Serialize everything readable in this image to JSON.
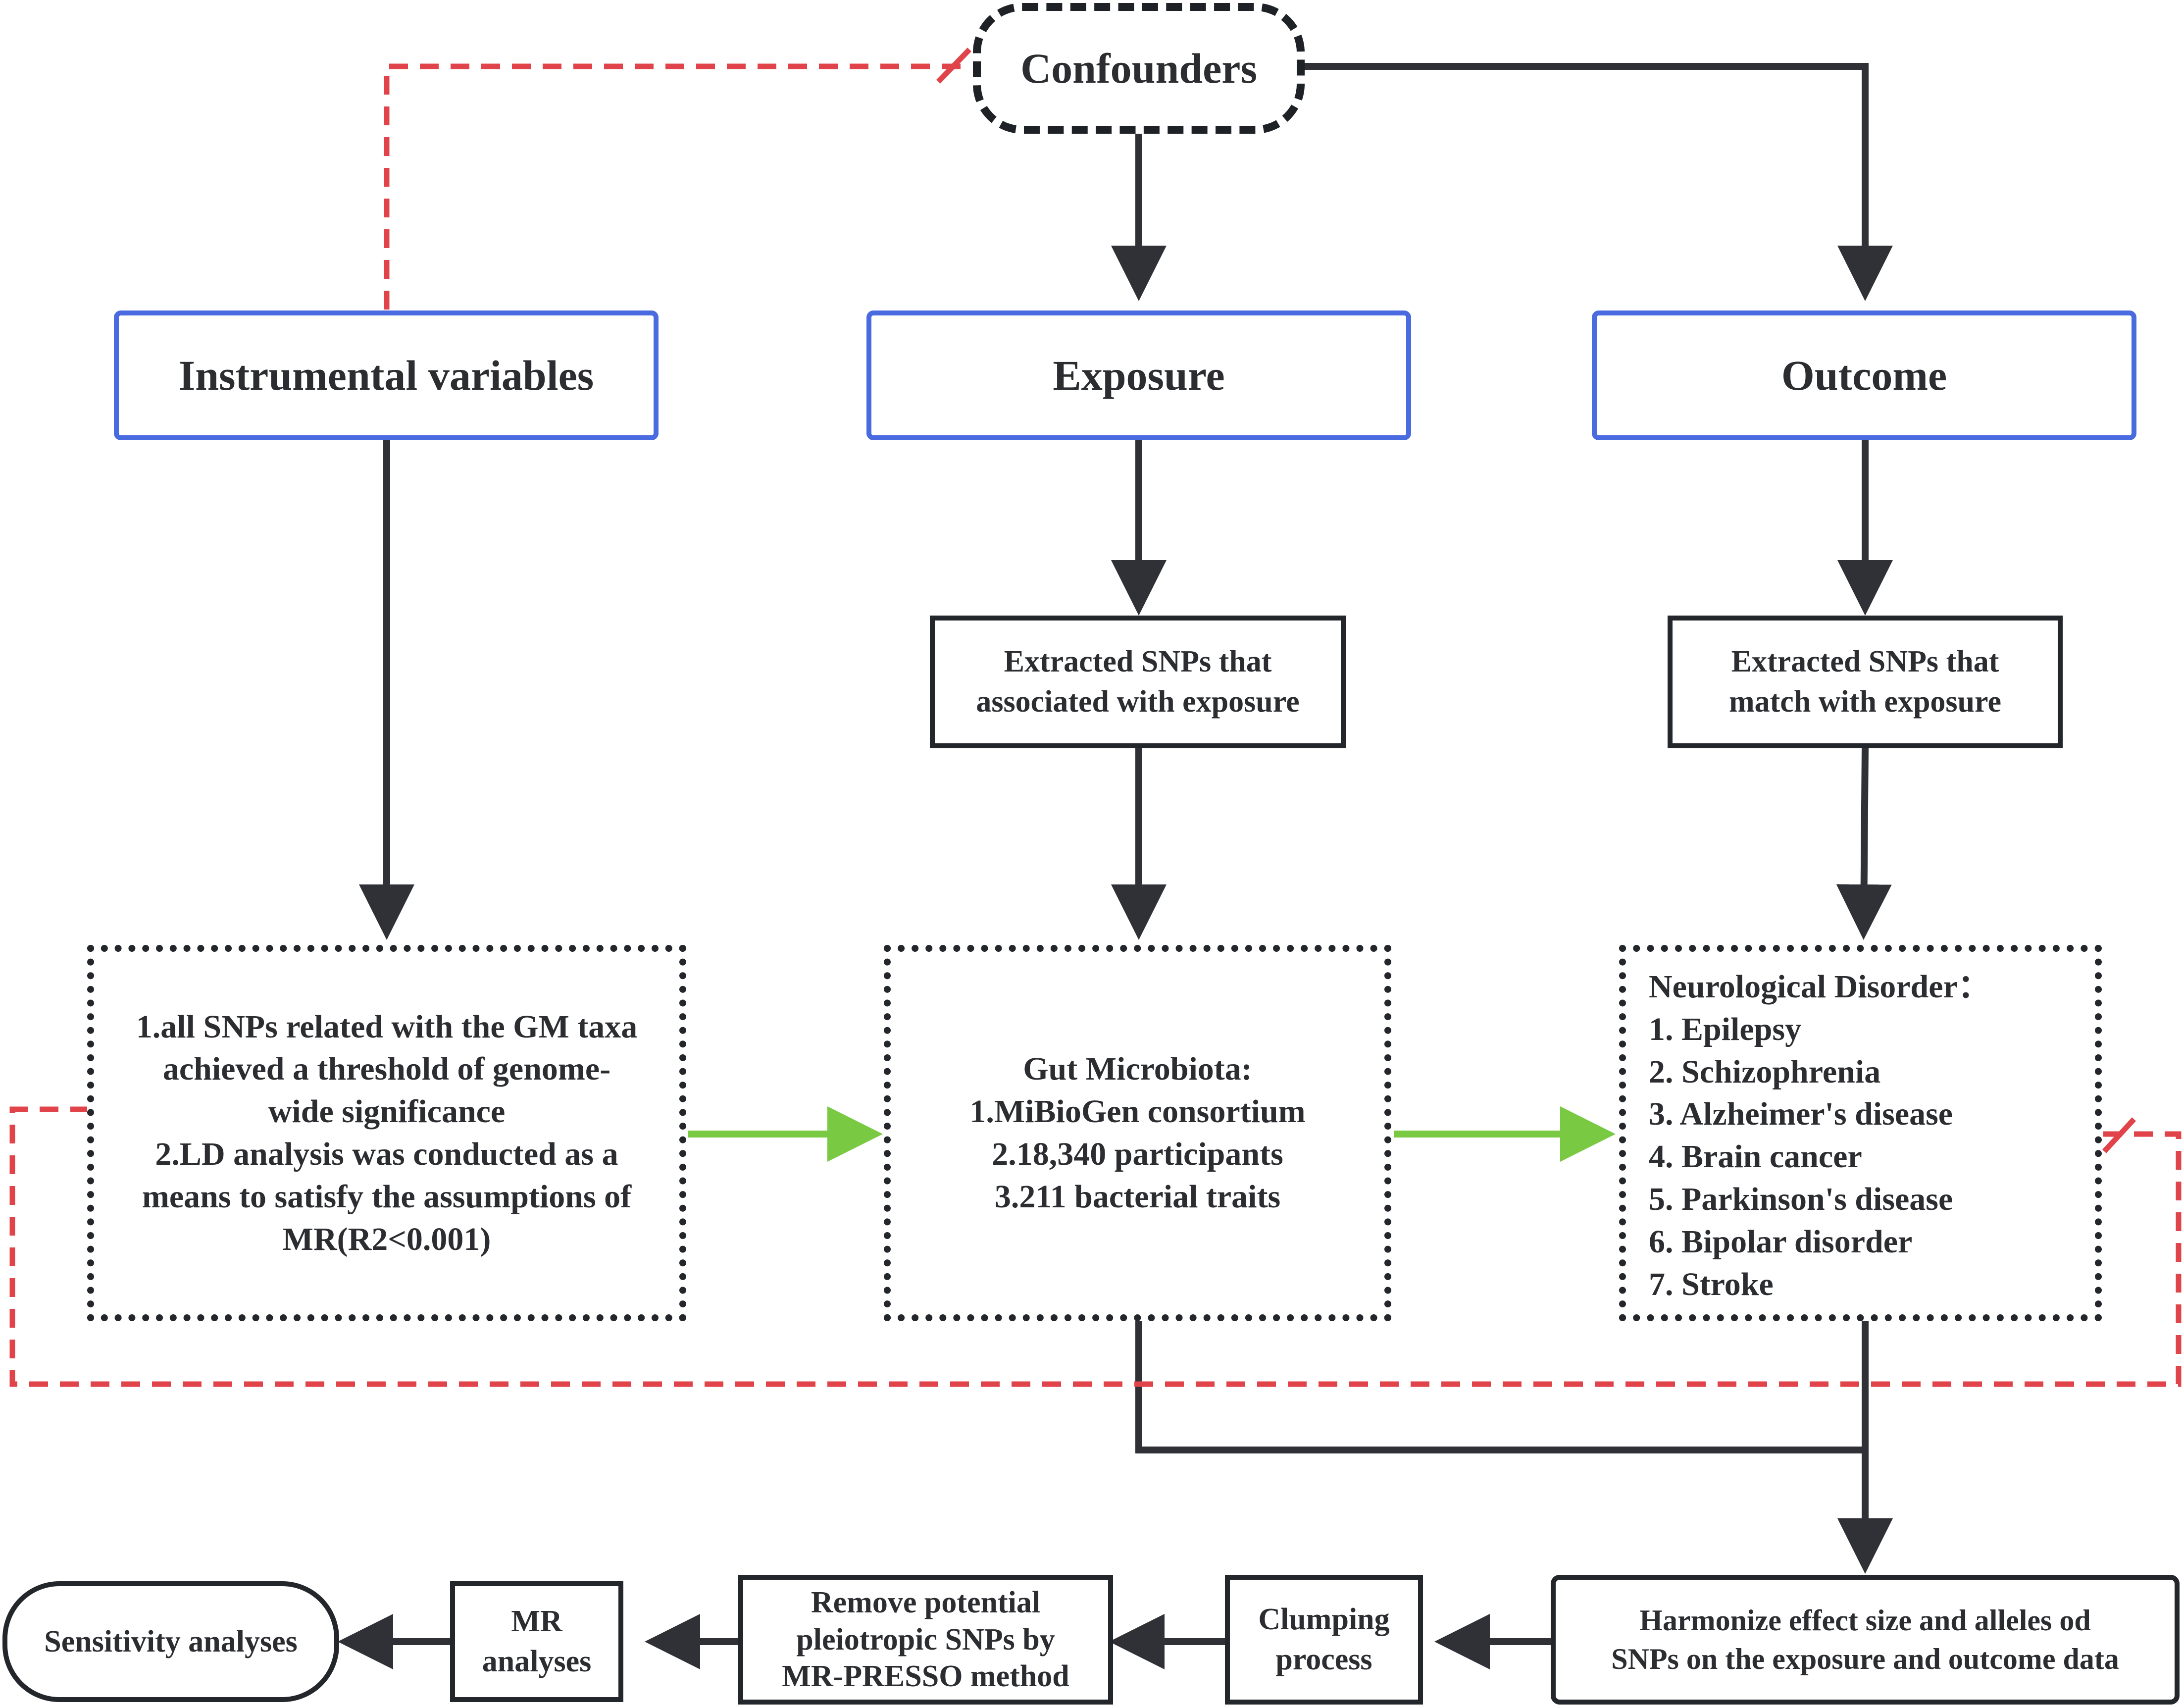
{
  "nodes": {
    "confounders": "Confounders",
    "instrumental_variables": "Instrumental variables",
    "exposure": "Exposure",
    "outcome": "Outcome",
    "extracted_exposure": [
      "Extracted SNPs that",
      "associated with exposure"
    ],
    "extracted_outcome": [
      "Extracted SNPs that",
      "match with exposure"
    ],
    "iv_criteria": [
      "1.all SNPs related with the GM taxa",
      "achieved a threshold of genome-",
      "wide significance",
      "2.LD analysis was conducted as a",
      "means to satisfy the assumptions of",
      "MR(R2<0.001)"
    ],
    "gut_microbiota": [
      "Gut Microbiota:",
      "1.MiBioGen consortium",
      "2.18,340 participants",
      "3.211 bacterial traits"
    ],
    "neurological": {
      "title": "Neurological Disorder：",
      "items": [
        "1. Epilepsy",
        "2. Schizophrenia",
        "3. Alzheimer's disease",
        "4. Brain cancer",
        "5. Parkinson's disease",
        "6. Bipolar disorder",
        "7. Stroke"
      ]
    },
    "harmonize": [
      "Harmonize effect size and alleles od",
      "SNPs on the exposure and outcome data"
    ],
    "clumping": [
      "Clumping",
      "process"
    ],
    "mr_presso": [
      "Remove potential",
      "pleiotropic SNPs by",
      "MR-PRESSO method"
    ],
    "mr_analyses": [
      "MR",
      "analyses"
    ],
    "sensitivity": "Sensitivity analyses"
  },
  "colors": {
    "solid_arrow": "#2f3136",
    "green_arrow": "#79c943",
    "red_dashed": "#e0444a",
    "blue_border": "#4a6be0"
  }
}
